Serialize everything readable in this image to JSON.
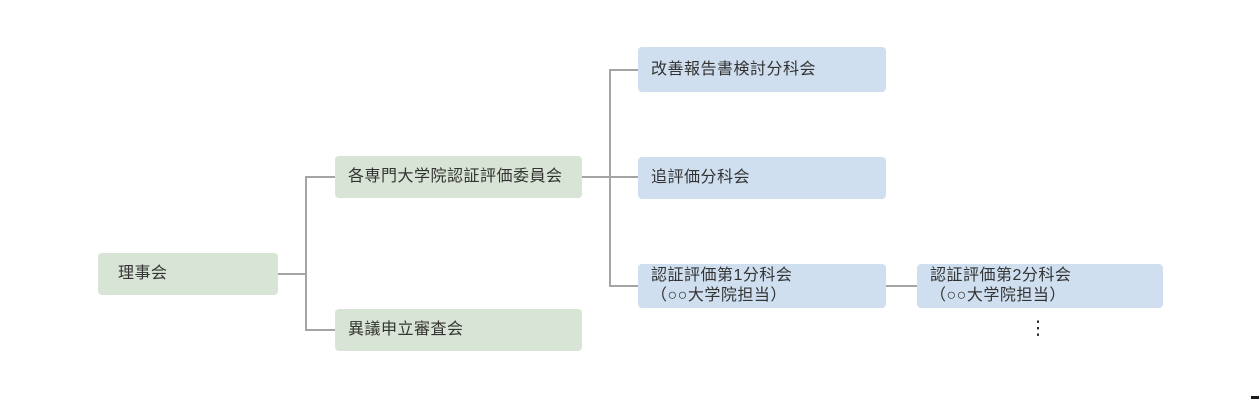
{
  "diagram": {
    "type": "org-chart",
    "background_color": "#ffffff",
    "colors": {
      "level1_box": "#d8e4d5",
      "level2_box": "#cfdfef",
      "connector_line": "#a5a5a5",
      "text": "#333333"
    },
    "nodes": {
      "board": "理事会",
      "accreditation_committee": "各専門大学院認証評価委員会",
      "appeal_review": "異議申立審査会",
      "improvement_report": "改善報告書検討分科会",
      "follow_up_evaluation": "追評価分科会",
      "subcommittee_1": "認証評価第1分科会\n（○○大学院担当）",
      "subcommittee_2": "認証評価第2分科会\n（○○大学院担当）"
    },
    "continuation_ellipsis": "⋮"
  }
}
